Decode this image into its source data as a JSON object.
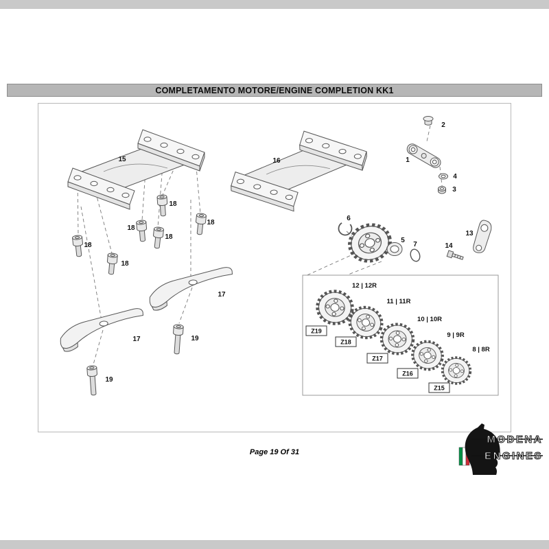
{
  "page": {
    "title": "COMPLETAMENTO MOTORE/ENGINE COMPLETION KK1",
    "footer": "Page 19 Of 31"
  },
  "logo": {
    "line1": "MODENA",
    "line2": "ENGINES",
    "flag_colors": [
      "#009246",
      "#ffffff",
      "#ce2b37"
    ]
  },
  "colors": {
    "strip_gray": "#c9c9c9",
    "title_bar_gray": "#b6b6b6",
    "line_dark": "#555555"
  },
  "diagram": {
    "labels": {
      "p1": "1",
      "p2": "2",
      "p3": "3",
      "p4": "4",
      "p5": "5",
      "p6": "6",
      "p7": "7",
      "p13": "13",
      "p14": "14",
      "p15": "15",
      "p16": "16",
      "p17": "17",
      "p18": "18",
      "p19": "19"
    },
    "sprockets": [
      {
        "pair": "12 | 12R",
        "code": "Z19"
      },
      {
        "pair": "11 | 11R",
        "code": "Z18"
      },
      {
        "pair": "10 | 10R",
        "code": "Z17"
      },
      {
        "pair": "9 | 9R",
        "code": "Z16"
      },
      {
        "pair": "8 | 8R",
        "code": "Z15"
      }
    ]
  }
}
